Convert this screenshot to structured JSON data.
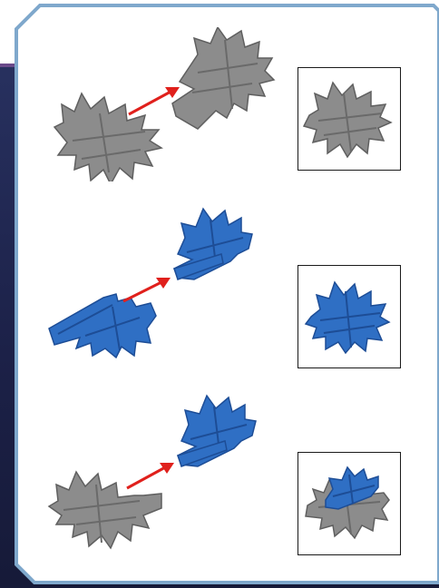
{
  "colors": {
    "gray_part": "#8c8c8c",
    "gray_dark": "#5f5f5f",
    "blue_part": "#2f6fc4",
    "blue_dark": "#1d4d96",
    "arrow": "#e0201c",
    "frame": "#7fa8cc"
  },
  "steps": [
    {
      "id": 1,
      "parts": [
        "gray-gear",
        "gray-gear"
      ],
      "result": "gray-gear-assembly"
    },
    {
      "id": 2,
      "parts": [
        "blue-half-gear",
        "blue-half-gear"
      ],
      "result": "blue-gear-assembly"
    },
    {
      "id": 3,
      "parts": [
        "gray-half-gear",
        "blue-half-gear-assembly"
      ],
      "result": "mixed-gear-assembly"
    }
  ],
  "icons": {
    "arrow": "arrow-right-icon"
  }
}
